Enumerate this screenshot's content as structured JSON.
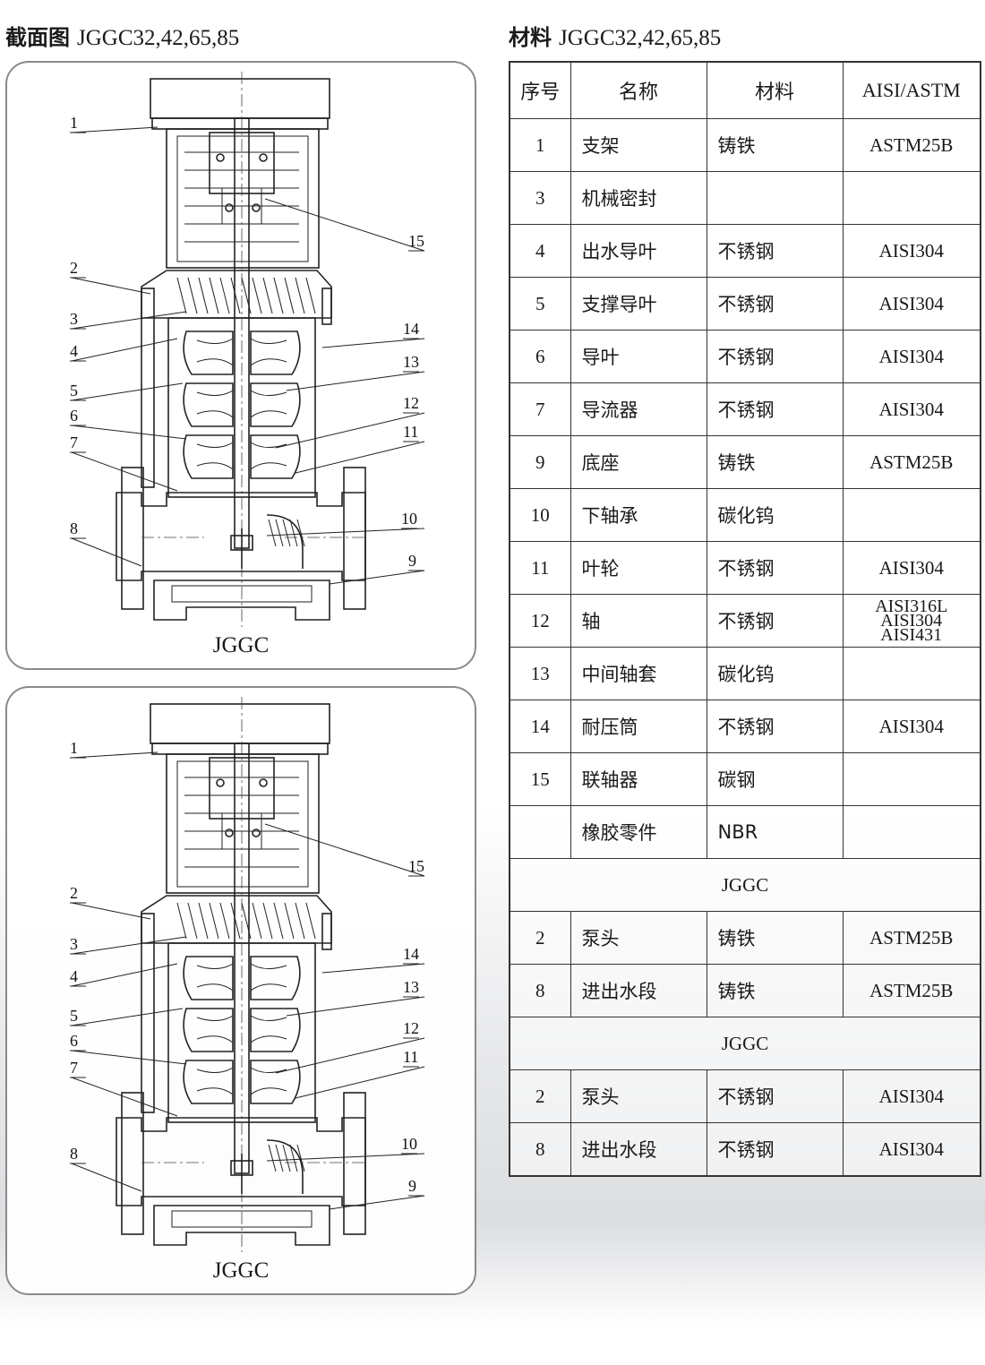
{
  "left_heading": {
    "cn": "截面图",
    "model": "JGGC32,42,65,85"
  },
  "right_heading": {
    "cn": "材料",
    "model": "JGGC32,42,65,85"
  },
  "diagrams": [
    {
      "label": "JGGC",
      "callouts": [
        "1",
        "2",
        "3",
        "4",
        "5",
        "6",
        "7",
        "8",
        "9",
        "10",
        "11",
        "12",
        "13",
        "14",
        "15"
      ]
    },
    {
      "label": "JGGC",
      "callouts": [
        "1",
        "2",
        "3",
        "4",
        "5",
        "6",
        "7",
        "8",
        "9",
        "10",
        "11",
        "12",
        "13",
        "14",
        "15"
      ]
    }
  ],
  "table": {
    "headers": [
      "序号",
      "名称",
      "材料",
      "AISI/ASTM"
    ],
    "rows": [
      {
        "no": "1",
        "name": "支架",
        "material": "铸铁",
        "aisi": "ASTM25B"
      },
      {
        "no": "3",
        "name": "机械密封",
        "material": "",
        "aisi": ""
      },
      {
        "no": "4",
        "name": "出水导叶",
        "material": "不锈钢",
        "aisi": "AISI304"
      },
      {
        "no": "5",
        "name": "支撑导叶",
        "material": "不锈钢",
        "aisi": "AISI304"
      },
      {
        "no": "6",
        "name": "导叶",
        "material": "不锈钢",
        "aisi": "AISI304"
      },
      {
        "no": "7",
        "name": "导流器",
        "material": "不锈钢",
        "aisi": "AISI304"
      },
      {
        "no": "9",
        "name": "底座",
        "material": "铸铁",
        "aisi": "ASTM25B"
      },
      {
        "no": "10",
        "name": "下轴承",
        "material": "碳化钨",
        "aisi": ""
      },
      {
        "no": "11",
        "name": "叶轮",
        "material": "不锈钢",
        "aisi": "AISI304"
      },
      {
        "no": "12",
        "name": "轴",
        "material": "不锈钢",
        "aisi": "AISI316L",
        "aisi_2": "AISI304",
        "aisi_3": "AISI431"
      },
      {
        "no": "13",
        "name": "中间轴套",
        "material": "碳化钨",
        "aisi": ""
      },
      {
        "no": "14",
        "name": "耐压筒",
        "material": "不锈钢",
        "aisi": "AISI304"
      },
      {
        "no": "15",
        "name": "联轴器",
        "material": "碳钢",
        "aisi": ""
      },
      {
        "no": "",
        "name": "橡胶零件",
        "material": "NBR",
        "aisi": ""
      }
    ],
    "section_1": {
      "title": "JGGC",
      "rows": [
        {
          "no": "2",
          "name": "泵头",
          "material": "铸铁",
          "aisi": "ASTM25B"
        },
        {
          "no": "8",
          "name": "进出水段",
          "material": "铸铁",
          "aisi": "ASTM25B"
        }
      ]
    },
    "section_2": {
      "title": "JGGC",
      "rows": [
        {
          "no": "2",
          "name": "泵头",
          "material": "不锈钢",
          "aisi": "AISI304"
        },
        {
          "no": "8",
          "name": "进出水段",
          "material": "不锈钢",
          "aisi": "AISI304"
        }
      ]
    }
  }
}
